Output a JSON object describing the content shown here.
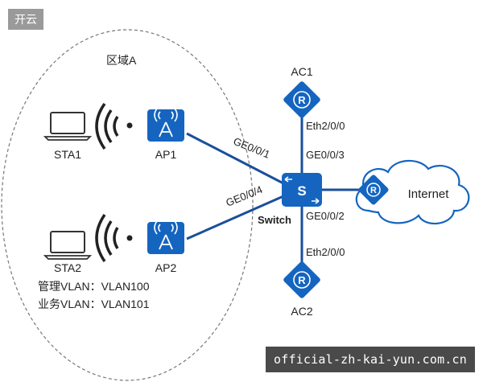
{
  "badge": "开云",
  "watermark": "official-zh-kai-yun.com.cn",
  "area_label": "区域A",
  "devices": {
    "ac1": "AC1",
    "ac2": "AC2",
    "ap1": "AP1",
    "ap2": "AP2",
    "sta1": "STA1",
    "sta2": "STA2",
    "switch": "Switch",
    "internet": "Internet"
  },
  "ports": {
    "ap1_link": "GE0/0/1",
    "ap2_link": "GE0/0/4",
    "ac1_port": "Eth2/0/0",
    "ac1_sw": "GE0/0/3",
    "ac2_sw": "GE0/0/2",
    "ac2_port": "Eth2/0/0"
  },
  "vlan": {
    "mgmt": "管理VLAN：VLAN100",
    "service": "业务VLAN：VLAN101"
  },
  "colors": {
    "device_blue": "#1565c0",
    "link_blue": "#1a4f9c",
    "cloud_stroke": "#1565c0",
    "area_dash": "#777777"
  }
}
